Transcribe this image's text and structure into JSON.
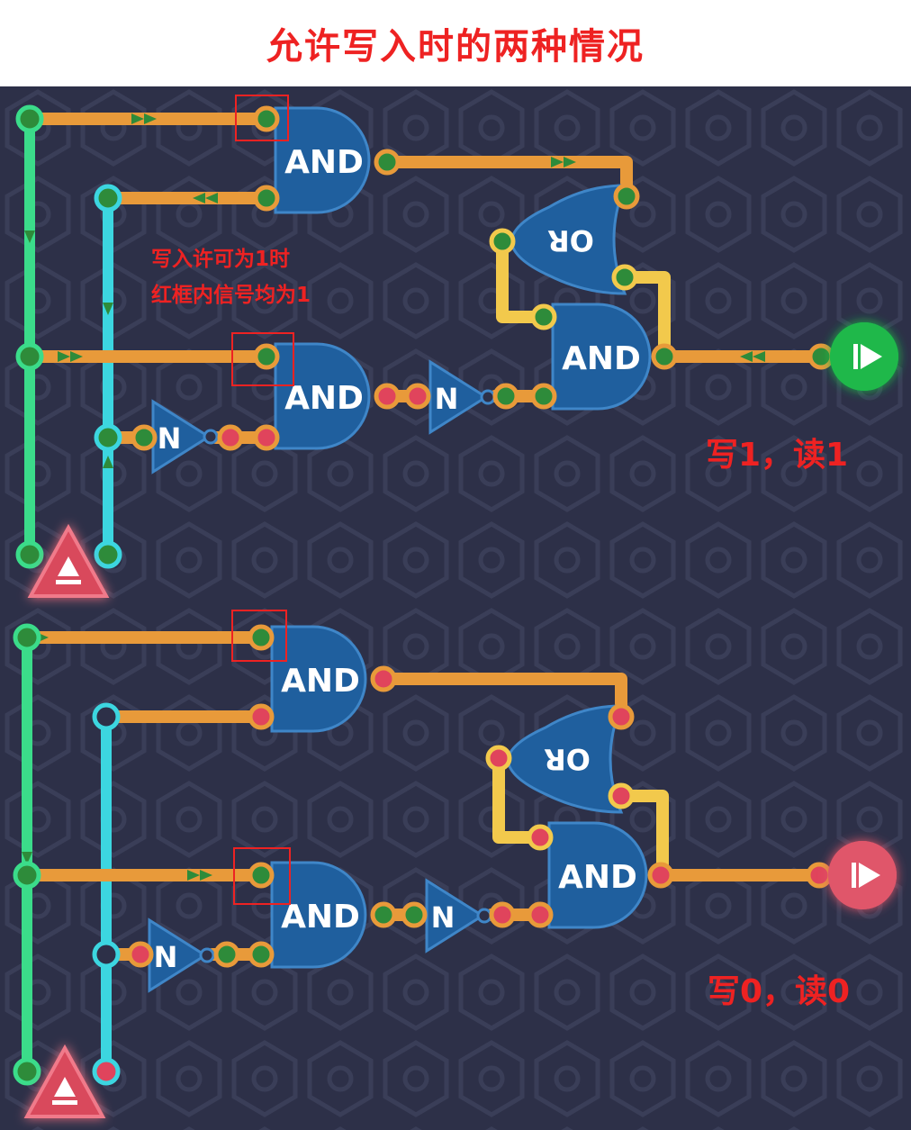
{
  "title": "允许写入时的两种情况",
  "note": {
    "line1": "写入许可为1时",
    "line2": "红框内信号均为1"
  },
  "results": {
    "top": "写1，读1",
    "bottom": "写0，读0"
  },
  "gates": {
    "and": "AND",
    "or": "OR",
    "not": "N"
  },
  "colors": {
    "background": "#2d3048",
    "wire_green": "#3bdc8a",
    "wire_cyan": "#3cd6e0",
    "wire_orange": "#e89a3a",
    "wire_yellow": "#f2c94c",
    "gate_blue": "#1f5f9e",
    "signal_on": "#2e8b3a",
    "signal_off": "#e0445c",
    "annotation_red": "#ee2222"
  },
  "outputs": {
    "top_state": "on",
    "bottom_state": "off"
  },
  "icons": [
    "play-output-icon",
    "input-triangle-icon",
    "hexagon-pattern-background"
  ]
}
